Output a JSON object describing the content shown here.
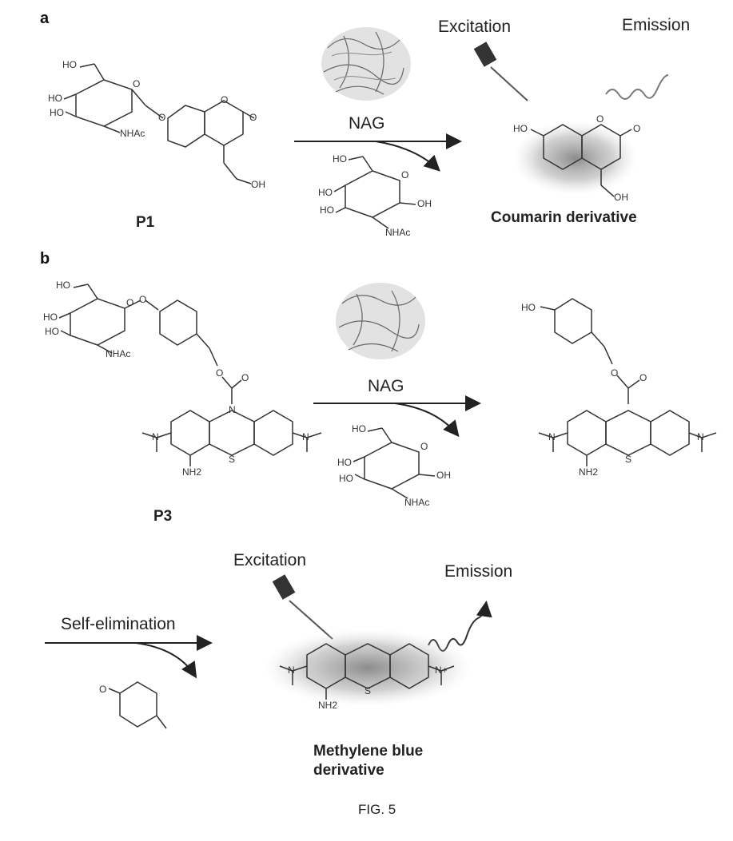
{
  "panels": {
    "a": {
      "letter": "a",
      "substrate_label": "P1",
      "enzyme_label": "NAG",
      "excitation_label": "Excitation",
      "emission_label": "Emission",
      "product_label": "Coumarin derivative",
      "atoms": {
        "ho1": "HO",
        "ho2": "HO",
        "ho3": "HO",
        "nhac": "NHAc",
        "o_glyc": "O",
        "o_ring": "O",
        "o_lactone": "O",
        "o_carbonyl": "O",
        "oh_sub": "OH",
        "prod_ho": "HO",
        "prod_o1": "O",
        "prod_o2": "O",
        "prod_oh": "OH",
        "sug_ho1": "HO",
        "sug_ho2": "HO",
        "sug_ho3": "HO",
        "sug_oh": "OH",
        "sug_o": "O",
        "sug_nhac": "NHAc"
      }
    },
    "b": {
      "letter": "b",
      "substrate_label": "P3",
      "enzyme_label": "NAG",
      "step2_label": "Self-elimination",
      "excitation_label": "Excitation",
      "emission_label": "Emission",
      "product_label_line1": "Methylene blue",
      "product_label_line2": "derivative",
      "atoms": {
        "ho1": "HO",
        "ho2": "HO",
        "ho3": "HO",
        "nhac": "NHAc",
        "o_glyc": "O",
        "o_ring": "O",
        "o_ester": "O",
        "o_carb": "O",
        "n_core": "N",
        "s_core": "S",
        "nh2": "NH2",
        "n_left": "N",
        "n_right": "N",
        "mid_ho": "HO",
        "mid_o1": "O",
        "mid_o2": "O",
        "mid_s": "S",
        "mid_nh2": "NH2",
        "mid_n_left": "N",
        "mid_n_right": "N",
        "sug_ho1": "HO",
        "sug_ho2": "HO",
        "sug_ho3": "HO",
        "sug_oh": "OH",
        "sug_o": "O",
        "sug_nhac": "NHAc",
        "qm_o": "O",
        "mb_s": "S",
        "mb_nh2": "NH2",
        "mb_n_left": "N",
        "mb_n_right": "N+"
      }
    }
  },
  "caption": "FIG. 5"
}
